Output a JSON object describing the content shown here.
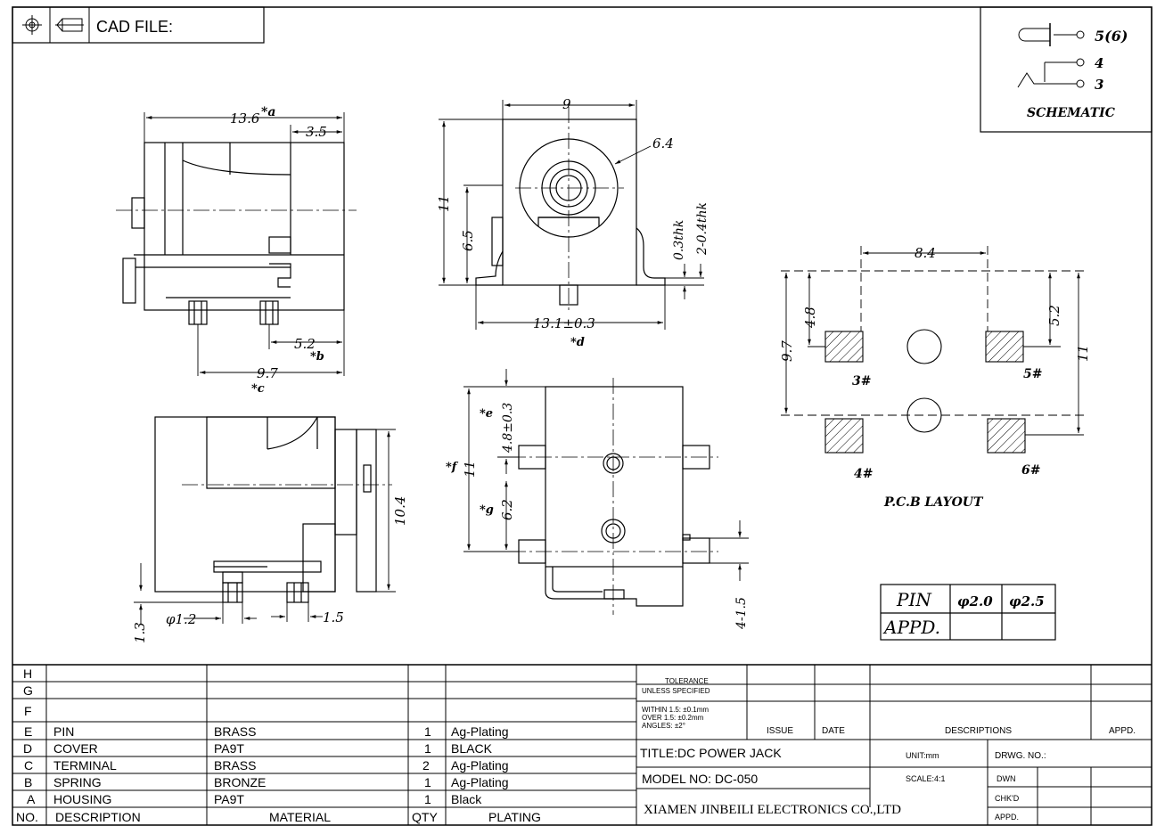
{
  "header": {
    "cad_label": "CAD FILE:"
  },
  "schematic": {
    "pin_top": "5(6)",
    "pin_mid": "4",
    "pin_bot": "3",
    "label": "SCHEMATIC"
  },
  "side_view": {
    "dim_width": "13.6",
    "mark_a": "*a",
    "dim_right": "3.5",
    "dim_pin": "5.2",
    "mark_b": "*b",
    "dim_bottom": "9.7",
    "mark_c": "*c"
  },
  "front_view": {
    "dim_top": "9",
    "dim_hole": "6.4",
    "dim_height": "11",
    "dim_inner": "6.5",
    "dim_thk1": "0.3thk",
    "dim_thk2": "2-0.4thk",
    "dim_base": "13.1±0.3",
    "mark_d": "*d"
  },
  "lower_left_view": {
    "dim_height": "10.4",
    "dim_phi": "φ1.2",
    "dim_pin": "1.5",
    "dim_foot": "1.3"
  },
  "bottom_view": {
    "dim_e": "4.8±0.3",
    "mark_e": "*e",
    "dim_f": "11",
    "mark_f": "*f",
    "dim_g": "6.2",
    "mark_g": "*g",
    "dim_tab": "4-1.5"
  },
  "pcb": {
    "dim_top": "8.4",
    "dim_left_a": "4.8",
    "dim_left_b": "9.7",
    "dim_right_a": "5.2",
    "dim_right_b": "11",
    "pad3": "3#",
    "pad4": "4#",
    "pad5": "5#",
    "pad6": "6#",
    "label": "P.C.B LAYOUT"
  },
  "pin_table": {
    "pin": "PIN",
    "d1": "φ2.0",
    "d2": "φ2.5",
    "appd": "APPD."
  },
  "bom": {
    "rows": [
      {
        "no": "H",
        "desc": "",
        "mat": "",
        "qty": "",
        "plat": ""
      },
      {
        "no": "G",
        "desc": "",
        "mat": "",
        "qty": "",
        "plat": ""
      },
      {
        "no": "F",
        "desc": "",
        "mat": "",
        "qty": "",
        "plat": ""
      },
      {
        "no": "E",
        "desc": "PIN",
        "mat": "BRASS",
        "qty": "1",
        "plat": "Ag-Plating"
      },
      {
        "no": "D",
        "desc": "COVER",
        "mat": "PA9T",
        "qty": "1",
        "plat": "BLACK"
      },
      {
        "no": "C",
        "desc": "TERMINAL",
        "mat": "BRASS",
        "qty": "2",
        "plat": "Ag-Plating"
      },
      {
        "no": "B",
        "desc": "SPRING",
        "mat": "BRONZE",
        "qty": "1",
        "plat": "Ag-Plating"
      },
      {
        "no": "A",
        "desc": "HOUSING",
        "mat": "PA9T",
        "qty": "1",
        "plat": "Black"
      }
    ],
    "header": {
      "no": "NO.",
      "desc": "DESCRIPTION",
      "mat": "MATERIAL",
      "qty": "QTY",
      "plat": "PLATING"
    }
  },
  "title_block": {
    "tol1": "TOLERANCE",
    "tol2": "UNLESS SPECIFIED",
    "tol3": "WITHIN 1.5: ±0.1mm",
    "tol4": "OVER 1.5:  ±0.2mm",
    "tol5": "ANGLES: ±2°",
    "issue": "ISSUE",
    "date": "DATE",
    "descriptions": "DESCRIPTIONS",
    "appd": "APPD.",
    "title": "TITLE:DC POWER JACK",
    "unit": "UNIT:mm",
    "drwg": "DRWG. NO.:",
    "model": "MODEL NO: DC-050",
    "scale": "SCALE:4:1",
    "dwn": "DWN",
    "chkd": "CHK'D",
    "appd2": "APPD.",
    "company": "XIAMEN JINBEILI ELECTRONICS CO.,LTD"
  }
}
